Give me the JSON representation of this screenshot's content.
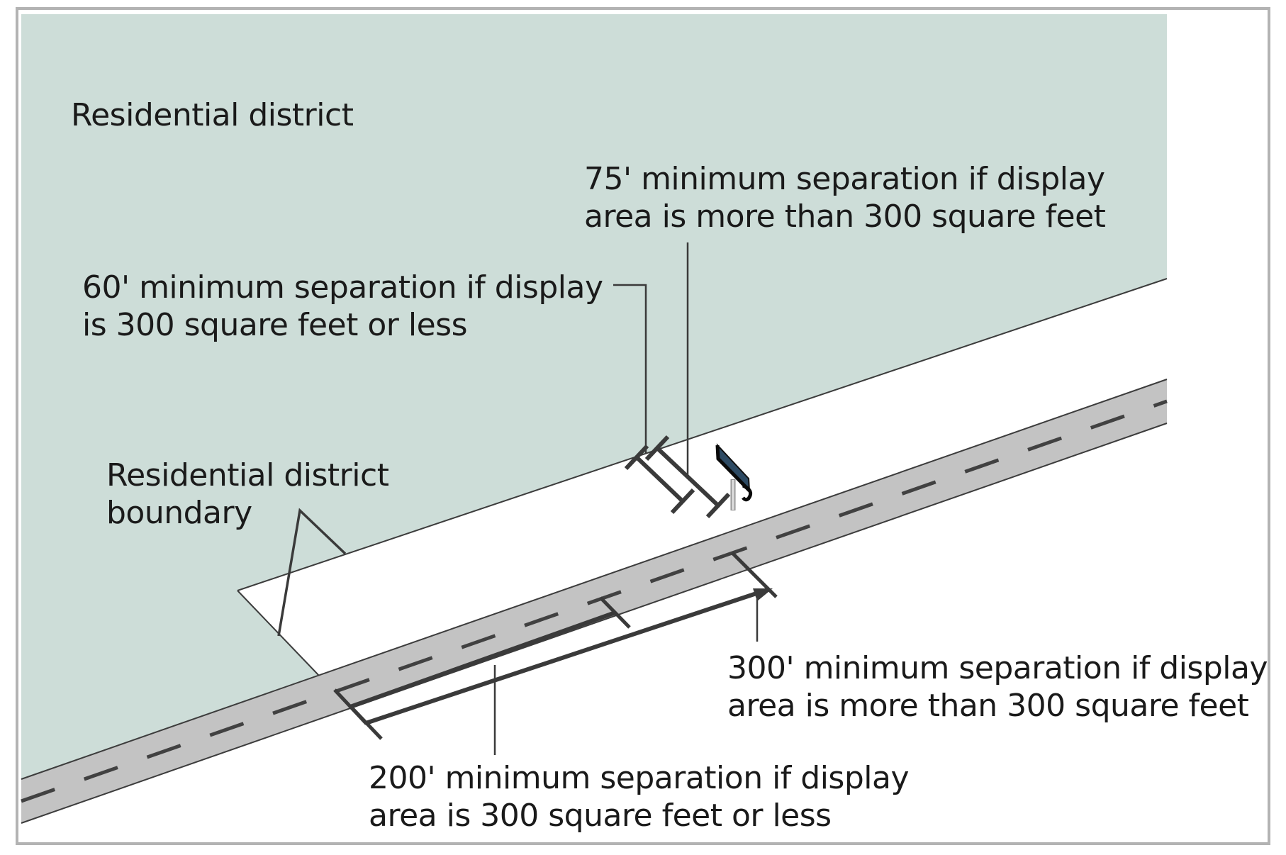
{
  "diagram": {
    "labels": {
      "district": "Residential district",
      "boundary": {
        "line1": "Residential district",
        "line2": "boundary"
      },
      "sep75": {
        "line1": "75' minimum separation if display",
        "line2": "area is more than 300 square feet"
      },
      "sep60": {
        "line1": "60' minimum separation if display",
        "line2": "is 300 square feet or less"
      },
      "sep300": {
        "line1": "300' minimum separation if display",
        "line2": "area is more than 300 square feet"
      },
      "sep200": {
        "line1": "200' minimum separation if display",
        "line2": "area is 300 square feet or less"
      }
    },
    "colors": {
      "district_fill": "#cdddd8",
      "road_fill": "#c3c3c3",
      "outline": "#3c3c3c",
      "dimension": "#3a3a3a",
      "sign_face": "#2d4a63",
      "sign_post": "#d9d9d9",
      "frame": "#b3b3b3",
      "text": "#1a1a1a"
    }
  }
}
